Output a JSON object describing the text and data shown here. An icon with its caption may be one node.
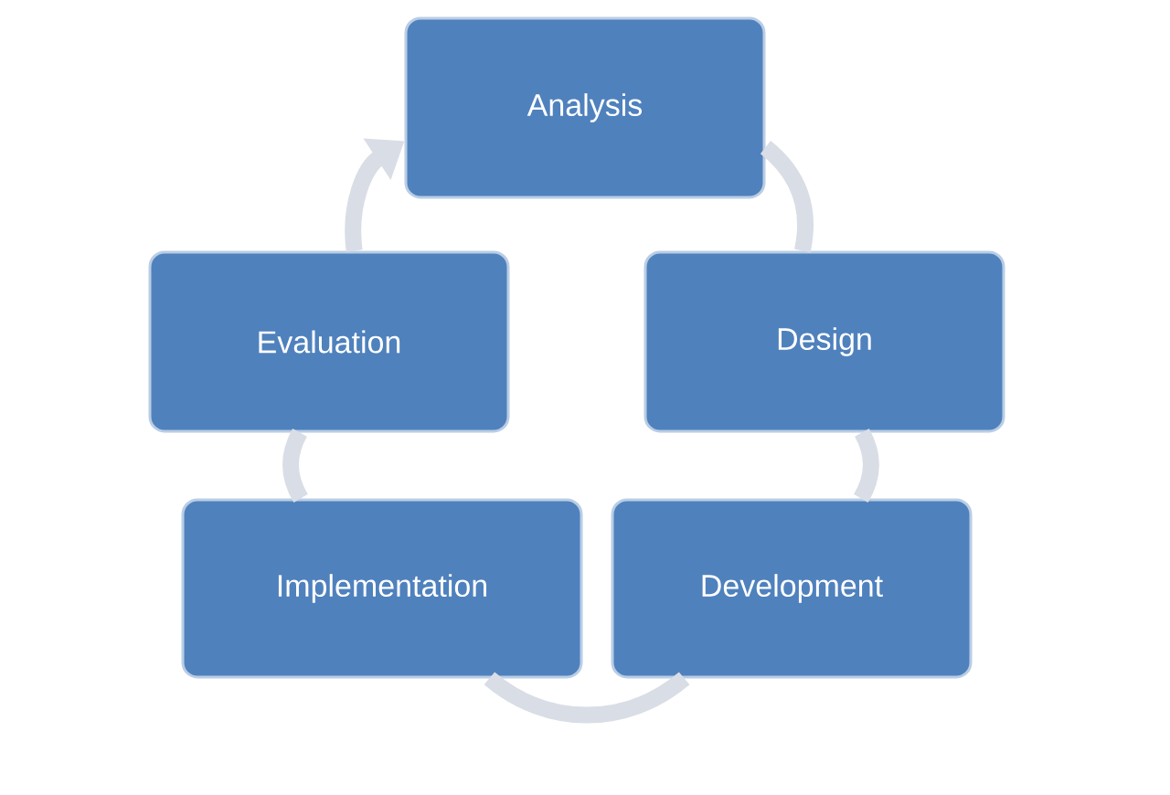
{
  "diagram": {
    "nodes": [
      {
        "text": [
          "Analysis"
        ]
      },
      {
        "text": [
          "Design"
        ]
      },
      {
        "text": [
          "Development"
        ]
      },
      {
        "text": [
          "Implementation"
        ]
      },
      {
        "text": [
          "Evaluation"
        ]
      }
    ],
    "edges": [
      {
        "from": 0,
        "to": 1,
        "arrow": "none"
      },
      {
        "from": 1,
        "to": 2,
        "arrow": "none"
      },
      {
        "from": 2,
        "to": 3,
        "arrow": "none"
      },
      {
        "from": 3,
        "to": 4,
        "arrow": "none"
      },
      {
        "from": 4,
        "to": 0,
        "arrow": "to"
      }
    ]
  }
}
